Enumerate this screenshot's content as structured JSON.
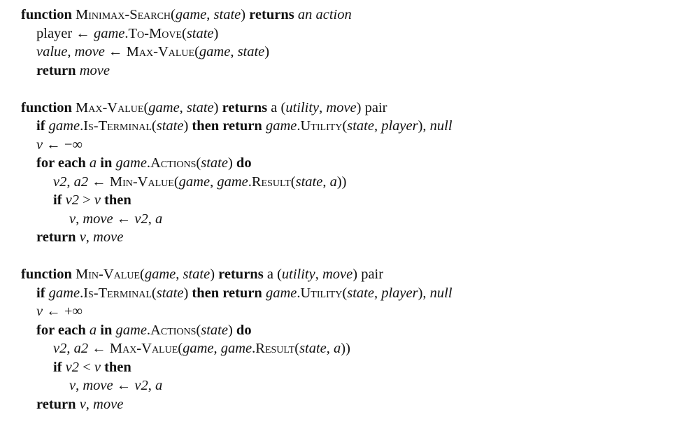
{
  "kw": {
    "function": "function",
    "returns": "returns",
    "if": "if",
    "then": "then",
    "then_return": "then return",
    "for_each": "for each",
    "in": "in",
    "do": "do",
    "return": "return",
    "a": "a",
    "pair": "pair"
  },
  "sym": {
    "arrow": "←",
    "neg_inf": "−∞",
    "pos_inf": "+∞",
    "gt": ">",
    "lt": "<",
    "comma": ",",
    "lparen": "(",
    "rparen": ")",
    "dot": ".",
    "comma_sp": ", ",
    "close_call": "))"
  },
  "id": {
    "minimax_search": "Minimax-Search",
    "max_value": "Max-Value",
    "min_value": "Min-Value",
    "to_move": "To-Move",
    "is_terminal": "Is-Terminal",
    "utility": "Utility",
    "actions": "Actions",
    "result": "Result"
  },
  "var": {
    "game": "game",
    "state": "state",
    "player": "player",
    "player_it": "player",
    "value": "value",
    "move": "move",
    "utility": "utility",
    "null": "null",
    "v": "v",
    "a": "a",
    "v2": "v2",
    "a2": "a2",
    "an_action": "an action"
  }
}
